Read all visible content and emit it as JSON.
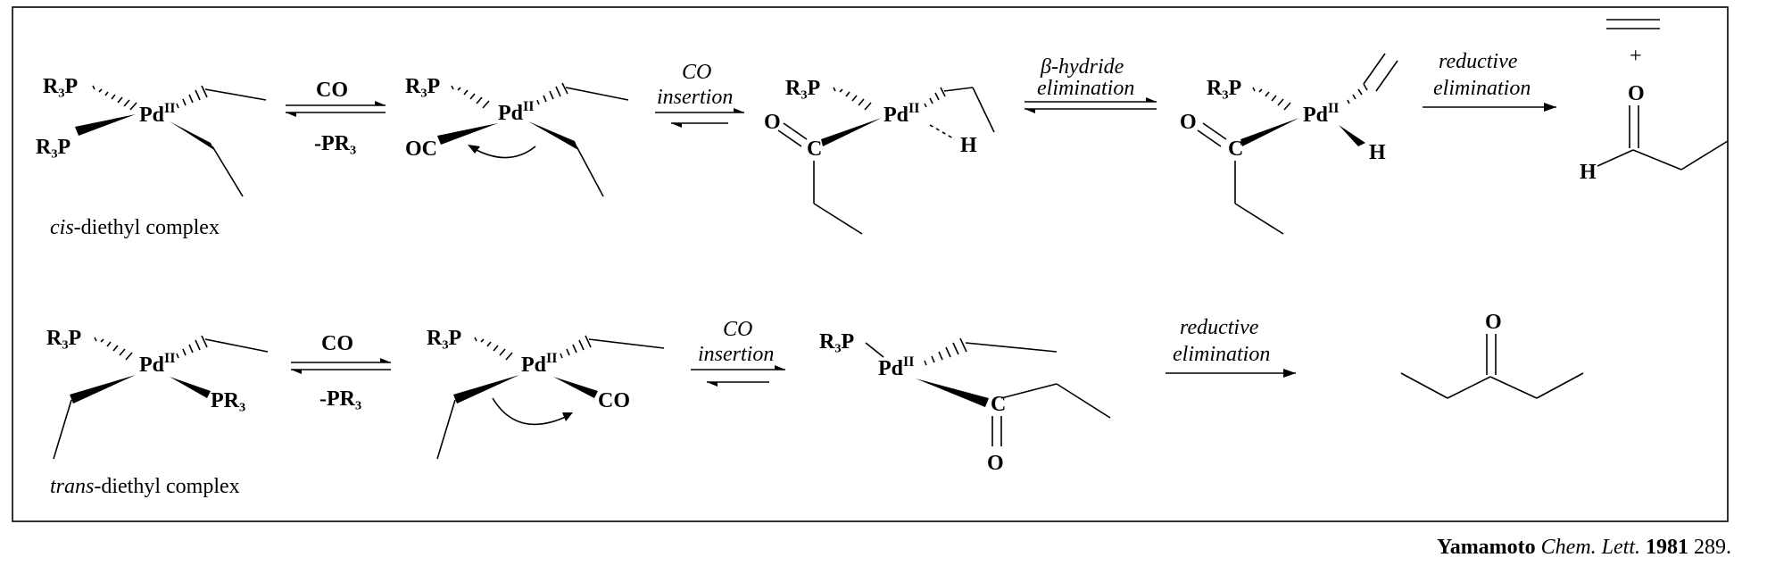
{
  "atoms": {
    "r3p": "R₃P",
    "pd": "Pd",
    "pd_ox": "II",
    "oc": "OC",
    "co": "CO",
    "c": "C",
    "o": "O",
    "h": "H",
    "pr3": "PR₃"
  },
  "arrows": {
    "row1_step1_top": "CO",
    "row1_step1_bottom": "-PR₃",
    "row1_step2_line1": "CO",
    "row1_step2_line2": "insertion",
    "row1_step3_line1": "β-hydride",
    "row1_step3_line2": "elimination",
    "row1_step4_line1": "reductive",
    "row1_step4_line2": "elimination",
    "row2_step1_top": "CO",
    "row2_step1_bottom": "-PR₃",
    "row2_step2_line1": "CO",
    "row2_step2_line2": "insertion",
    "row2_step3_line1": "reductive",
    "row2_step3_line2": "elimination"
  },
  "labels": {
    "cis_prefix": "cis",
    "cis_rest": "-diethyl complex",
    "trans_prefix": "trans",
    "trans_rest": "-diethyl complex",
    "plus": "+"
  },
  "citation": {
    "author": "Yamamoto",
    "journal": "Chem. Lett.",
    "year": "1981",
    "page": "289."
  }
}
